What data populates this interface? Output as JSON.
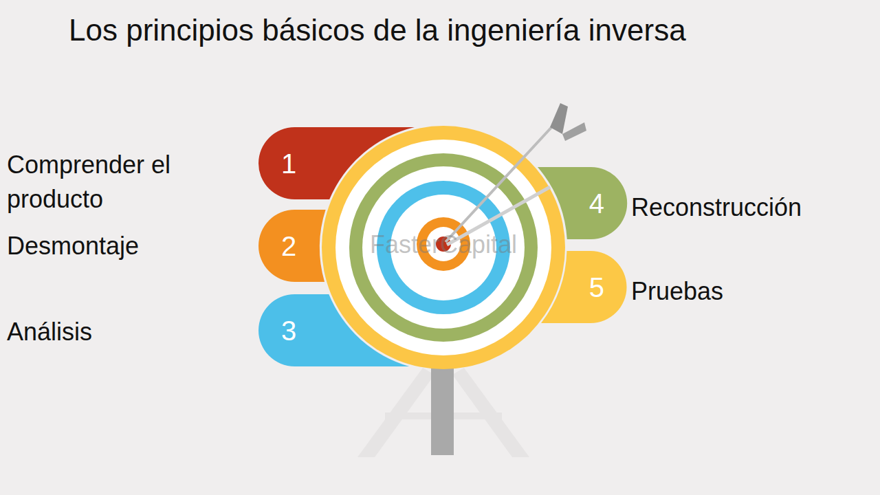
{
  "diagram": {
    "title": "Los principios básicos de la ingeniería inversa",
    "nodes": [
      {
        "text": [
          "1",
          "Comprender el producto"
        ]
      },
      {
        "text": [
          "2",
          "Desmontaje"
        ]
      },
      {
        "text": [
          "3",
          "Análisis"
        ]
      },
      {
        "text": [
          "4",
          "Reconstrucción"
        ]
      },
      {
        "text": [
          "5",
          "Pruebas"
        ]
      }
    ],
    "labels": [
      "FasterCapital"
    ]
  }
}
